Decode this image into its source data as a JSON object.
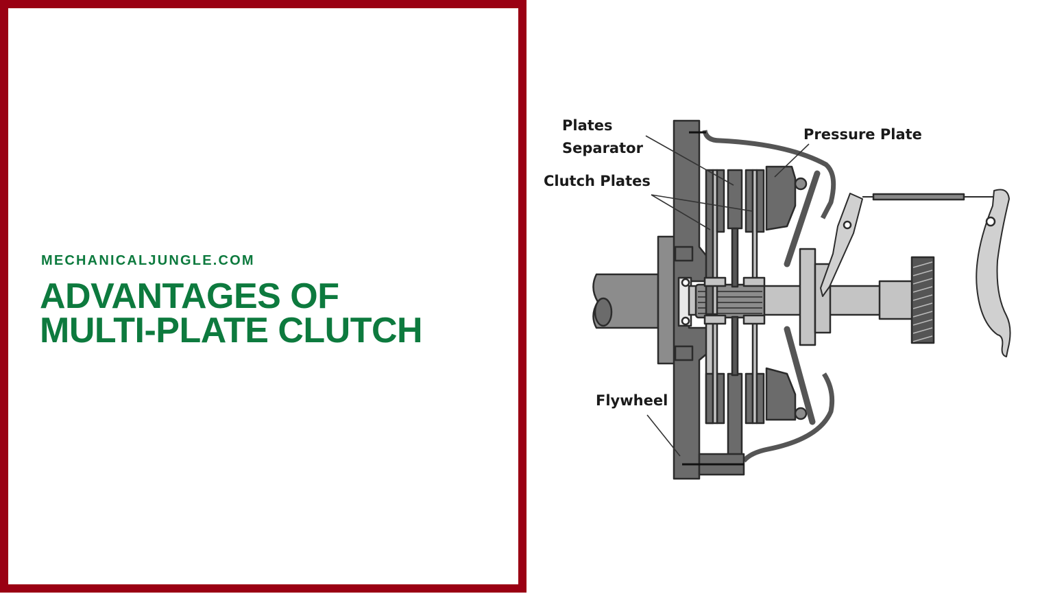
{
  "left_panel": {
    "site_name": "MECHANICALJUNGLE.COM",
    "title_line1": "ADVANTAGES OF",
    "title_line2": "MULTI-PLATE CLUTCH",
    "border_color": "#9a0013",
    "text_color": "#0d7a3e"
  },
  "diagram": {
    "subject": "Multi-plate clutch cross-section",
    "labels": {
      "plates_separator_1": "Plates",
      "plates_separator_2": "Separator",
      "clutch_plates": "Clutch Plates",
      "pressure_plate": "Pressure Plate",
      "flywheel": "Flywheel"
    },
    "colors": {
      "dark_part": "#6b6b6b",
      "light_part": "#c4c4c4",
      "outline": "#2b2b2b"
    }
  }
}
